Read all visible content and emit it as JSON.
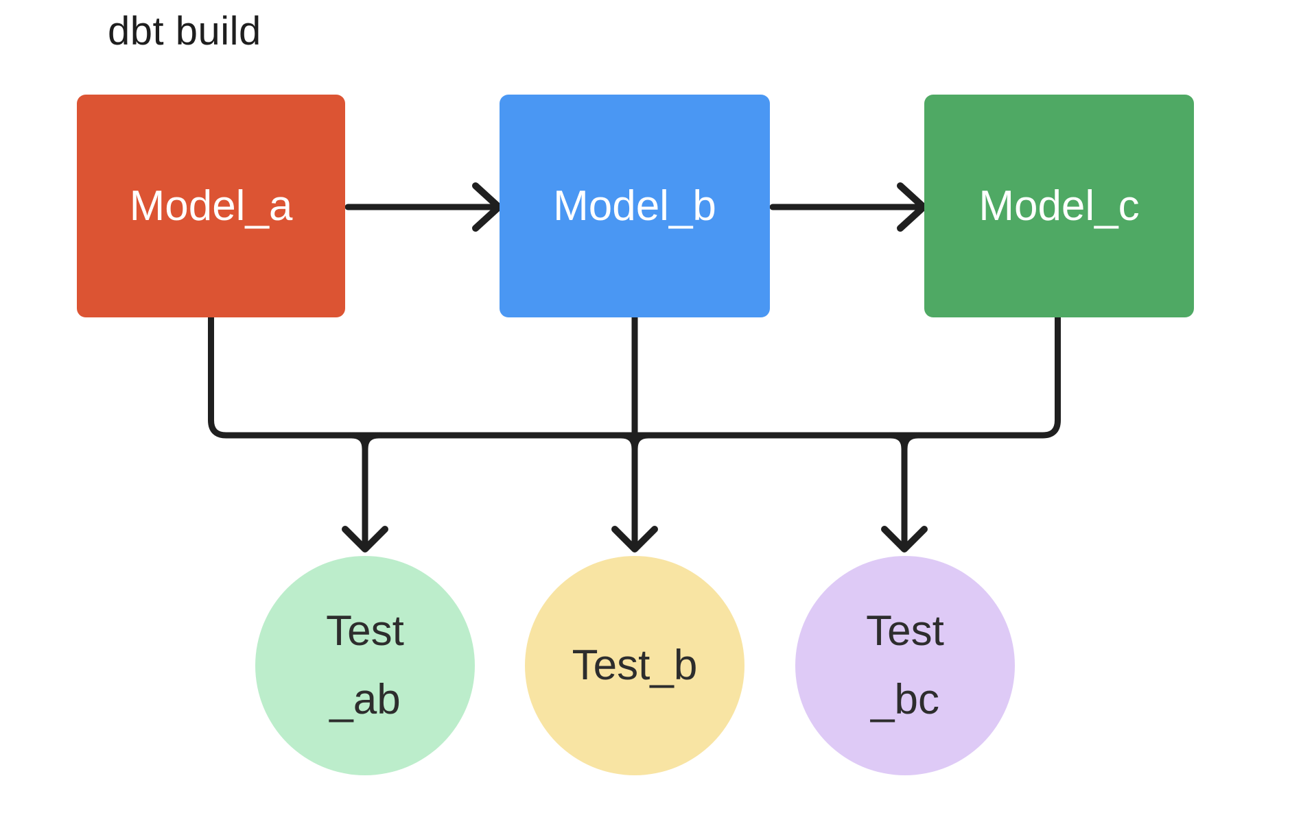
{
  "title": "dbt build",
  "background": "#FFFFFF",
  "diagram": {
    "models": [
      {
        "label": "Model_a",
        "color": "#DC5433",
        "text_color": "#FFFFFF"
      },
      {
        "label": "Model_b",
        "color": "#4A97F3",
        "text_color": "#FFFFFF"
      },
      {
        "label": "Model_c",
        "color": "#4FA964",
        "text_color": "#FFFFFF"
      }
    ],
    "tests": [
      {
        "label_lines": [
          "Test",
          "_ab"
        ],
        "color": "#BCEDCB",
        "text_color": "#2D2D2D"
      },
      {
        "label_lines": [
          "Test_b"
        ],
        "color": "#F8E4A3",
        "text_color": "#2D2D2D"
      },
      {
        "label_lines": [
          "Test",
          "_bc"
        ],
        "color": "#DECAF6",
        "text_color": "#2D2D2D"
      }
    ],
    "edges": {
      "line_color": "#1F1F1F",
      "connections": [
        {
          "from": "Model_a",
          "to": "Model_b",
          "style": "arrow"
        },
        {
          "from": "Model_b",
          "to": "Model_c",
          "style": "arrow"
        },
        {
          "from": "Model_a",
          "to": "Test_ab",
          "style": "arrow via shared bus"
        },
        {
          "from": "Model_b",
          "to": "Test_b",
          "style": "arrow via shared bus"
        },
        {
          "from": "Model_c",
          "to": "Test_bc",
          "style": "arrow via shared bus"
        }
      ]
    }
  }
}
